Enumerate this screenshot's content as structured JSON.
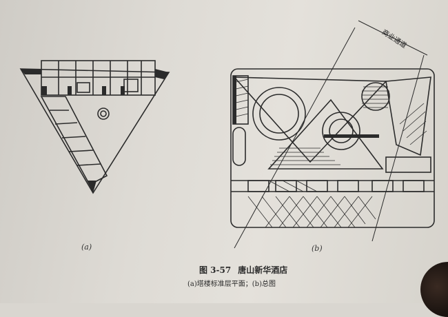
{
  "figure": {
    "number": "图 3-57",
    "title": "唐山新华酒店",
    "subcaption": "(a)塔楼标准层平面；(b)总图",
    "label_a": "(a)",
    "label_b": "(b)",
    "annotation": "商业通道"
  },
  "colors": {
    "ink": "#2b2b2b",
    "paper": "#e2dfd9"
  }
}
